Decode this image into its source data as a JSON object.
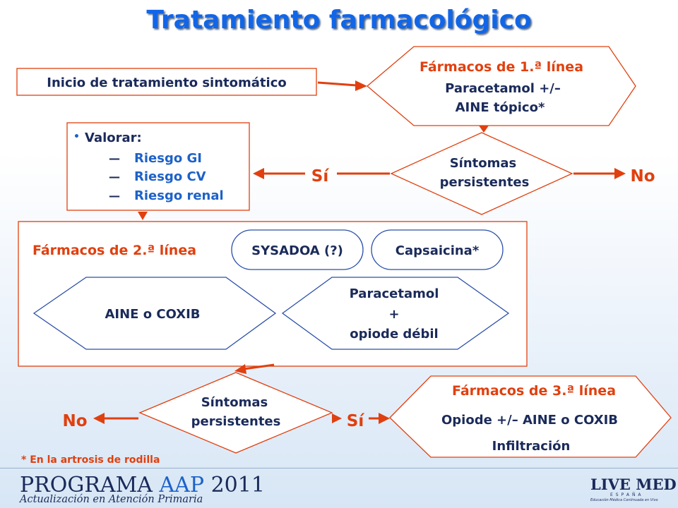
{
  "title": "Tratamiento farmacológico",
  "start_box": "Inicio de tratamiento sintomático",
  "first_line": {
    "heading": "Fármacos de 1.ª línea",
    "line2": "Paracetamol +/–",
    "line3": "AINE tópico*"
  },
  "persist1": {
    "line1": "Síntomas",
    "line2": "persistentes"
  },
  "yes1": "Sí",
  "no1": "No",
  "assess": {
    "bullet": "•",
    "label": "Valorar:",
    "dash": "—",
    "items": [
      "Riesgo GI",
      "Riesgo CV",
      "Riesgo renal"
    ]
  },
  "second_line": {
    "heading": "Fármacos de 2.ª línea",
    "sysadoa": "SYSADOA (?)",
    "capsaicina": "Capsaicina*",
    "aine": "AINE o COXIB",
    "combo_line1": "Paracetamol",
    "combo_line2": "+",
    "combo_line3": "opiode débil"
  },
  "persist2": {
    "line1": "Síntomas",
    "line2": "persistentes"
  },
  "yes2": "Sí",
  "no2": "No",
  "third_line": {
    "heading": "Fármacos de 3.ª línea",
    "line2": "Opiode +/– AINE o COXIB",
    "line3": "Infiltración"
  },
  "footnote": "* En la artrosis de rodilla",
  "footer": {
    "program_word": "PROGRAMA",
    "program_aap": "AAP",
    "program_year": "2011",
    "program_subtitle": "Actualización en Atención Primaria",
    "brand_name": "LIVE MED",
    "brand_country": "ESPAÑA",
    "brand_tagline": "Educación Médica Continuada en Vivo"
  },
  "colors": {
    "title_blue": "#1166e8",
    "arrow_red": "#e0400f",
    "navy_text": "#1a2a5a",
    "risk_blue": "#1e62c8"
  }
}
